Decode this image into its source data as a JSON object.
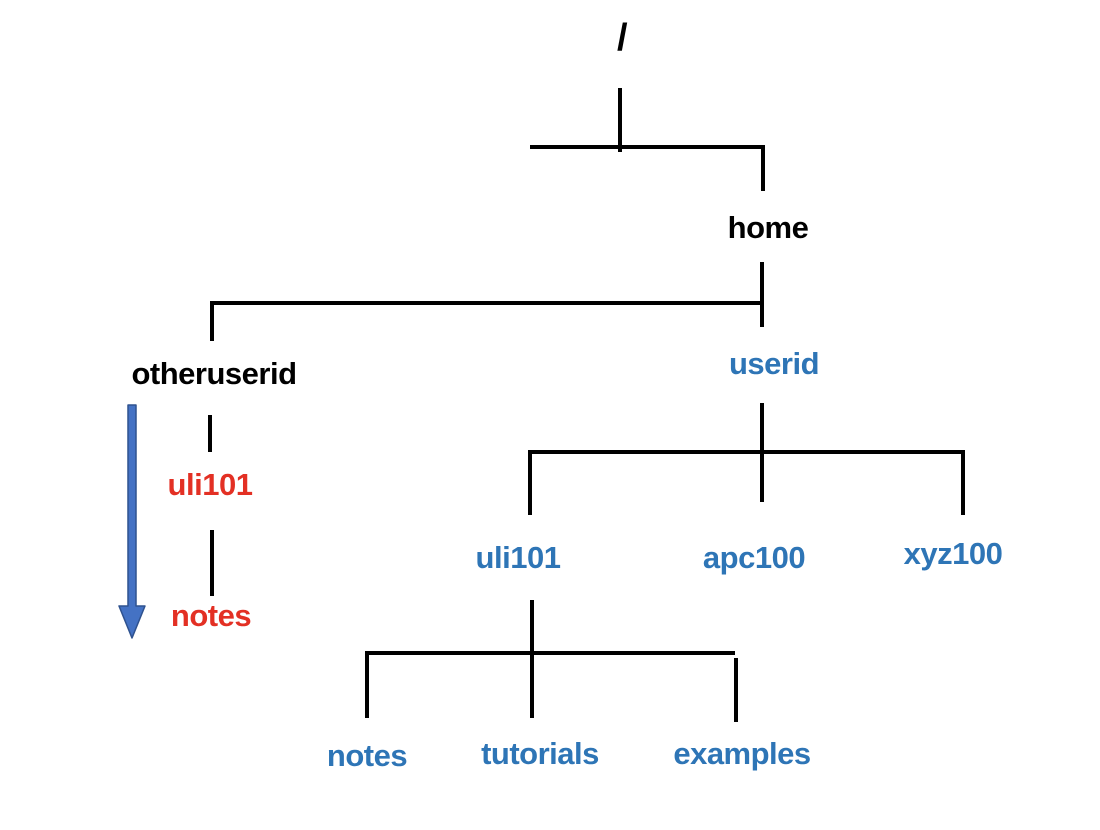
{
  "colors": {
    "blue": "#2e75b6",
    "red": "#e33024",
    "line": "#000000",
    "arrow-fill": "#4472c4",
    "arrow-stroke": "#2f528f"
  },
  "tree": {
    "root": {
      "label": "/"
    },
    "home": {
      "label": "home",
      "children": {
        "otheruserid": {
          "label": "otheruserid",
          "children": {
            "uli101": {
              "label": "uli101",
              "children": {
                "notes": {
                  "label": "notes"
                }
              }
            }
          }
        },
        "userid": {
          "label": "userid",
          "children": {
            "uli101": {
              "label": "uli101",
              "children": {
                "notes": {
                  "label": "notes"
                },
                "tutorials": {
                  "label": "tutorials"
                },
                "examples": {
                  "label": "examples"
                }
              }
            },
            "apc100": {
              "label": "apc100"
            },
            "xyz100": {
              "label": "xyz100"
            }
          }
        }
      }
    }
  }
}
